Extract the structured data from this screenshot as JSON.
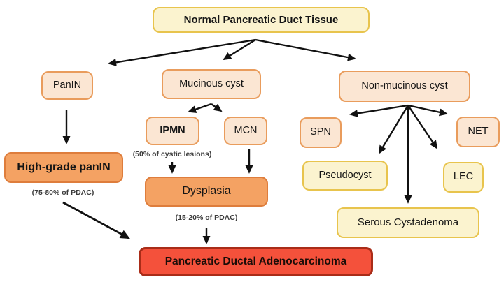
{
  "diagram": {
    "nodes": {
      "root": {
        "label": "Normal Pancreatic Duct Tissue",
        "style": "yellow",
        "bold": true
      },
      "panin": {
        "label": "PanIN",
        "style": "peach"
      },
      "mucinous": {
        "label": "Mucinous cyst",
        "style": "peach"
      },
      "nonmucinous": {
        "label": "Non-mucinous cyst",
        "style": "peach"
      },
      "ipmn": {
        "label": "IPMN",
        "style": "peach",
        "bold": true
      },
      "mcn": {
        "label": "MCN",
        "style": "peach"
      },
      "spn": {
        "label": "SPN",
        "style": "peach"
      },
      "net": {
        "label": "NET",
        "style": "peach"
      },
      "highgrade": {
        "label": "High-grade panIN",
        "style": "orange",
        "bold": true
      },
      "pseudocyst": {
        "label": "Pseudocyst",
        "style": "yellow"
      },
      "lec": {
        "label": "LEC",
        "style": "yellow"
      },
      "dysplasia": {
        "label": "Dysplasia",
        "style": "orange"
      },
      "serous": {
        "label": "Serous Cystadenoma",
        "style": "yellow"
      },
      "pdac": {
        "label": "Pancreatic Ductal Adenocarcinoma",
        "style": "red",
        "bold": true
      }
    },
    "annotations": {
      "ipmn_note": "(50% of cystic lesions)",
      "highgrade_note": "(75-80% of PDAC)",
      "dysplasia_note": "(15-20% of PDAC)"
    },
    "edges": [
      {
        "from": "root",
        "to": "panin"
      },
      {
        "from": "root",
        "to": "mucinous"
      },
      {
        "from": "root",
        "to": "nonmucinous"
      },
      {
        "from": "panin",
        "to": "highgrade"
      },
      {
        "from": "mucinous",
        "to": "ipmn"
      },
      {
        "from": "mucinous",
        "to": "mcn"
      },
      {
        "from": "ipmn",
        "to": "dysplasia"
      },
      {
        "from": "mcn",
        "to": "dysplasia"
      },
      {
        "from": "nonmucinous",
        "to": "spn"
      },
      {
        "from": "nonmucinous",
        "to": "net"
      },
      {
        "from": "nonmucinous",
        "to": "pseudocyst"
      },
      {
        "from": "nonmucinous",
        "to": "lec"
      },
      {
        "from": "nonmucinous",
        "to": "serous"
      },
      {
        "from": "highgrade",
        "to": "pdac"
      },
      {
        "from": "dysplasia",
        "to": "pdac"
      }
    ],
    "colors": {
      "yellow_fill": "#FBF3CF",
      "yellow_border": "#E8C44D",
      "peach_fill": "#FBE6D3",
      "peach_border": "#E99C5C",
      "orange_fill": "#F4A263",
      "orange_border": "#DE7D3C",
      "red_fill": "#F4513B",
      "red_border": "#A92C18",
      "arrow": "#111111",
      "background": "#FFFFFF"
    }
  }
}
